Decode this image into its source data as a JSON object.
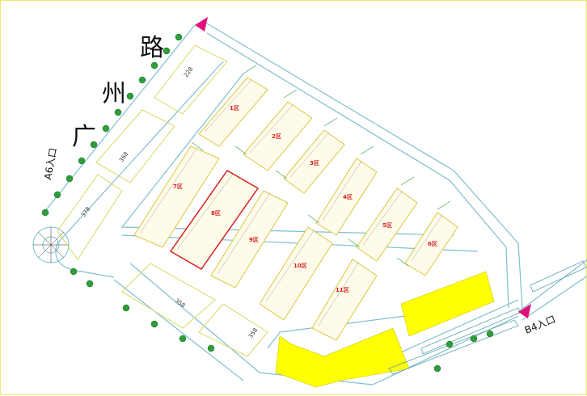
{
  "map": {
    "road_name_chars": [
      "路",
      "州",
      "广"
    ],
    "entrances": {
      "west": "A6入口",
      "southeast": "B4入口"
    },
    "building_numbers": {
      "north": "228",
      "mid_north": "368",
      "west": "378",
      "south": "358",
      "south_corner": "358"
    },
    "market_blocks": [
      {
        "id": "b1",
        "label": "1区"
      },
      {
        "id": "b2",
        "label": "2区"
      },
      {
        "id": "b3",
        "label": "3区"
      },
      {
        "id": "b4",
        "label": "4区"
      },
      {
        "id": "b5",
        "label": "5区"
      },
      {
        "id": "b6",
        "label": "6区"
      },
      {
        "id": "b7",
        "label": "7区"
      },
      {
        "id": "b8",
        "label": "8区"
      },
      {
        "id": "b9",
        "label": "9区"
      },
      {
        "id": "b10",
        "label": "10区"
      },
      {
        "id": "b11",
        "label": "11区"
      }
    ],
    "colors": {
      "road": "#7fbfcf",
      "block_outline": "#d8c840",
      "highlight_outline": "#d62020",
      "yellow_area": "#ffff00",
      "tree": "#2e9e3a",
      "marker": "#e0107a",
      "building_outline": "#d8d860"
    }
  }
}
